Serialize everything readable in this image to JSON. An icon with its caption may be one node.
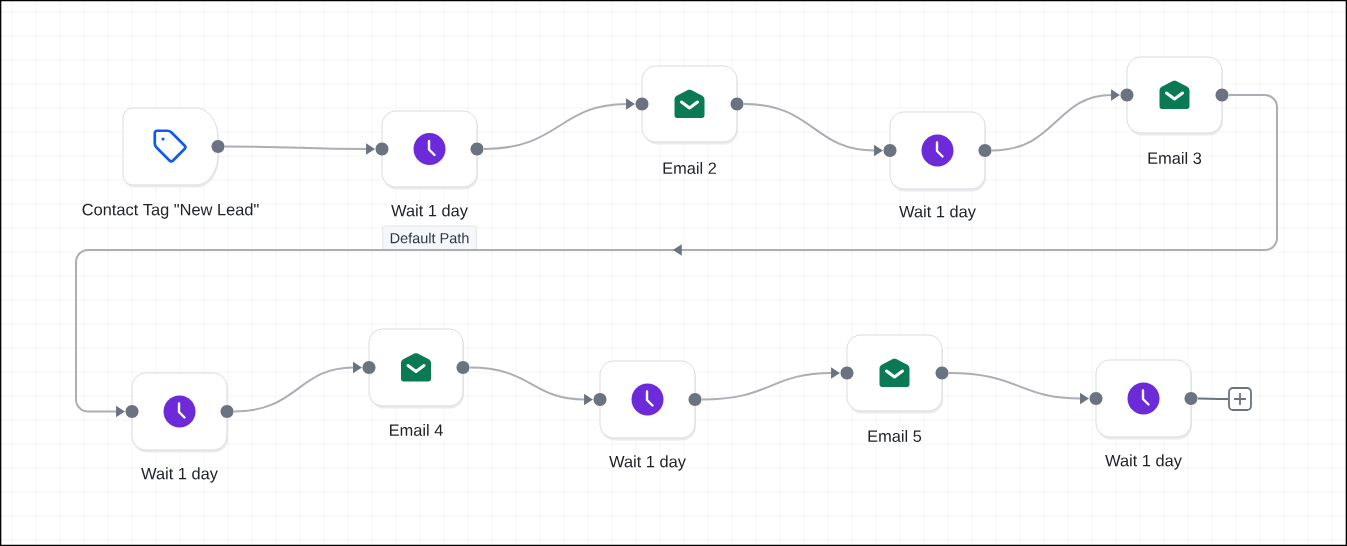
{
  "diagram": {
    "nodes": [
      {
        "text": [
          "Contact Tag \"New Lead\""
        ]
      },
      {
        "text": [
          "Wait 1 day"
        ],
        "beside": [
          "Default Path"
        ]
      },
      {
        "text": [
          "Email 2"
        ]
      },
      {
        "text": [
          "Wait 1 day"
        ]
      },
      {
        "text": [
          "Email 3"
        ]
      },
      {
        "text": [
          "Wait 1 day"
        ]
      },
      {
        "text": [
          "Email 4"
        ]
      },
      {
        "text": [
          "Wait 1 day"
        ]
      },
      {
        "text": [
          "Email 5"
        ]
      },
      {
        "text": [
          "Wait 1 day"
        ]
      },
      {
        "text": [],
        "shape": "box"
      }
    ],
    "edges": [
      {
        "from": 0,
        "to": 1,
        "arrow": "to"
      },
      {
        "from": 1,
        "to": 2,
        "arrow": "to"
      },
      {
        "from": 2,
        "to": 3,
        "arrow": "to"
      },
      {
        "from": 3,
        "to": 4,
        "arrow": "to"
      },
      {
        "from": 4,
        "to": 5,
        "arrow": "to"
      },
      {
        "from": 5,
        "to": 6,
        "arrow": "to"
      },
      {
        "from": 6,
        "to": 7,
        "arrow": "to"
      },
      {
        "from": 7,
        "to": 8,
        "arrow": "to"
      },
      {
        "from": 8,
        "to": 9,
        "arrow": "to"
      },
      {
        "from": 9,
        "to": 10,
        "arrow": "none",
        "color": "#6b7280"
      }
    ]
  }
}
